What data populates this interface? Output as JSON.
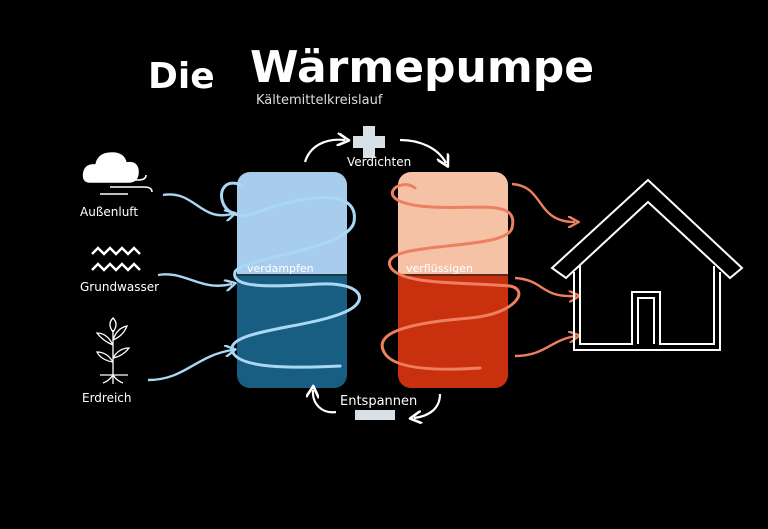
{
  "title": {
    "prefix": "Die",
    "main": "Wärmepumpe",
    "subtitle": "Kältemittelkreislauf"
  },
  "sources": [
    {
      "label": "Außenluft",
      "icon": "cloud-wind-icon"
    },
    {
      "label": "Grundwasser",
      "icon": "water-waves-icon"
    },
    {
      "label": "Erdreich",
      "icon": "plant-roots-icon"
    }
  ],
  "evaporator": {
    "label": "verdampfen",
    "color_top": "#A8CCEC",
    "color_bottom": "#185E82"
  },
  "condenser": {
    "label": "verflüssigen",
    "color_top": "#F5C2A6",
    "color_bottom": "#C8300E"
  },
  "compressor": {
    "label": "Verdichten",
    "symbol": "plus-icon"
  },
  "expansion": {
    "label": "Entspannen",
    "symbol": "minus-icon"
  },
  "house": {
    "icon": "house-icon"
  },
  "colors": {
    "background": "#000000",
    "cold_arrow": "#A9D8F5",
    "warm_arrow": "#EE7F5F",
    "text": "#FFFFFF"
  }
}
